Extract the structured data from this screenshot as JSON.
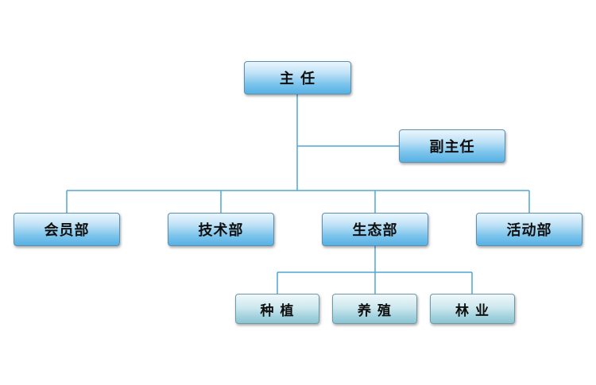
{
  "chart": {
    "director": "主 任",
    "deputy": "副主任",
    "departments": [
      "会员部",
      "技术部",
      "生态部",
      "活动部"
    ],
    "eco_sub_units": [
      "种 植",
      "养 殖",
      "林 业"
    ]
  },
  "colors": {
    "connector": "#4fa6d8",
    "node_blue": "#56b1e4",
    "node_teal": "#8dc6d4"
  }
}
